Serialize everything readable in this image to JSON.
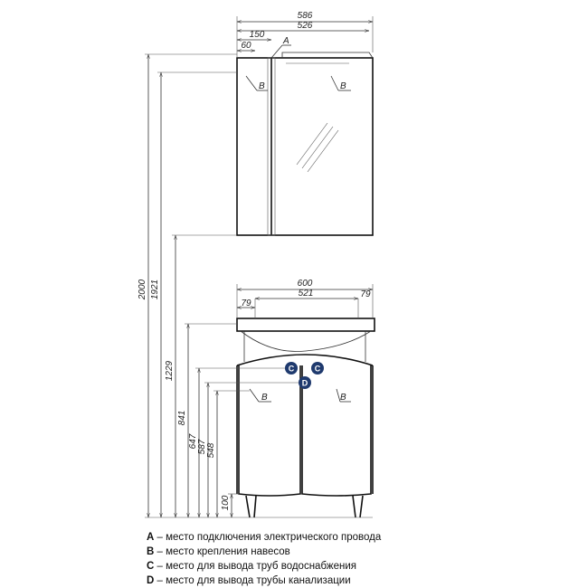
{
  "drawing": {
    "top_widths": {
      "total": "586",
      "body": "526",
      "side": "150",
      "offset": "60",
      "point": "A"
    },
    "bottom_widths": {
      "total": "600",
      "middle": "521",
      "left": "79",
      "right": "79"
    },
    "heights": [
      "2000",
      "1921",
      "1229",
      "841",
      "647",
      "587",
      "548",
      "100"
    ],
    "markers": {
      "B": "B",
      "C": "C",
      "D": "D"
    },
    "colors": {
      "line": "#333333",
      "marker_fill": "#1f3a6e",
      "marker_text": "#ffffff"
    }
  },
  "legend": [
    {
      "key": "A",
      "text": " – место подключения электрического провода"
    },
    {
      "key": "B",
      "text": " – место крепления навесов"
    },
    {
      "key": "C",
      "text": " – место для вывода труб водоснабжения"
    },
    {
      "key": "D",
      "text": " – место для вывода трубы канализации"
    }
  ]
}
